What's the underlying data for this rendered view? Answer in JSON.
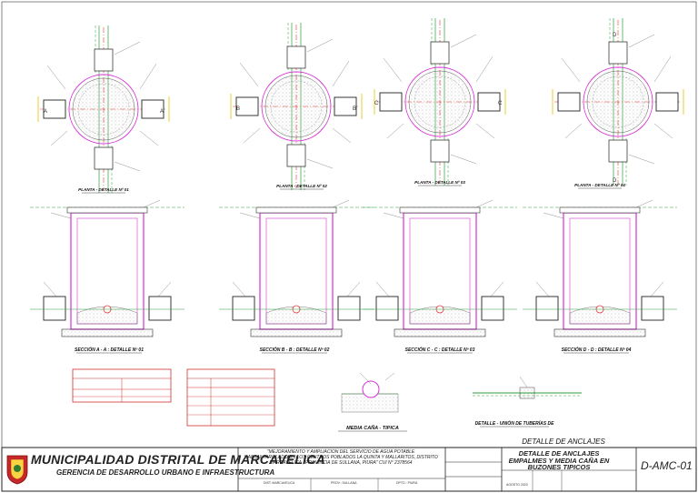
{
  "drawing": {
    "plans": [
      {
        "title": "PLANTA - DETALLE Nº 01",
        "cut": "A"
      },
      {
        "title": "PLANTA - DETALLE Nº 02",
        "cut": "B"
      },
      {
        "title": "PLANTA - DETALLE Nº 03",
        "cut": "C"
      },
      {
        "title": "PLANTA - DETALLE Nº 04",
        "cut": "D"
      }
    ],
    "sections": [
      "SECCIÓN A - A : DETALLE Nº 01",
      "SECCIÓN B - B : DETALLE Nº 02",
      "SECCIÓN C - C : DETALLE Nº 03",
      "SECCIÓN D - D : DETALLE Nº 04"
    ],
    "media_cana": "MEDIA CAÑA - TIPICA",
    "union_detail": "DETALLE - UNIÓN DE TUBERÍAS DE",
    "main_title": "DETALLE DE ANCLAJES"
  },
  "title_block": {
    "organization": "MUNICIPALIDAD DISTRITAL DE MARCAVELICA",
    "department": "GERENCIA DE DESARROLLO URBANO E INFRAESTRUCTURA",
    "project_line1": "\"MEJORAMIENTO Y AMPLIACION DEL SERVICIO DE AGUA POTABLE",
    "project_line2": "Y ALCANTARILLADO EN LOS CENTROS POBLADOS LA QUINTA Y MALLARITOS, DISTRITO",
    "project_line3": "MARCAVELICA , PROVINCIA DE SULLANA, PIURA\" CUI N° 2378564",
    "dist": "DIST: MARCAVELICA",
    "prov": "PROV.: SULLANA",
    "dpto": "DPTO.: PIURA",
    "sheet_title_1": "DETALLE DE ANCLAJES",
    "sheet_title_2": "EMPALMES Y MEDIA CAÑA EN",
    "sheet_title_3": "BUZONES TIPICOS",
    "date": "AGOSTO 2023",
    "drawing_code": "D-AMC-01"
  }
}
